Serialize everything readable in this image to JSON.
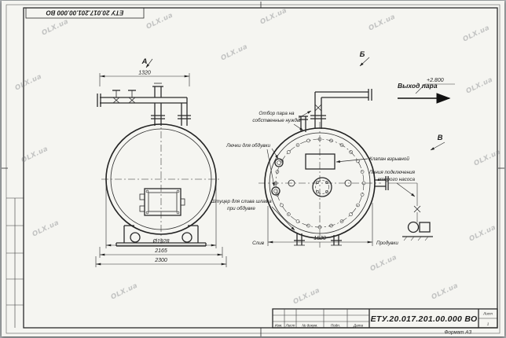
{
  "frame": {
    "top_stamp_text": "ЕТУ 20.017.201.00.000  ВО"
  },
  "title_block": {
    "doc_number": "ЕТУ.20.017.201.00.000  ВО",
    "columns": [
      "Изм.",
      "Лист",
      "№ докум.",
      "Подп.",
      "Дата"
    ],
    "sheet_word": "Лист",
    "sheet_number": "1",
    "format_note": "Формат А3"
  },
  "view_labels": {
    "a": "А",
    "b": "Б",
    "v": "В"
  },
  "annotations": {
    "steam_outlet": "Выход пара",
    "elevation": "+2.800",
    "steam_own_needs_1": "Отбор пара на",
    "steam_own_needs_2": "собственные нужды",
    "blow_hatches": "Лючки для обдувки",
    "explosion_valve": "Клапан взрывной",
    "pump_line_1": "Линия подключения",
    "pump_line_2": "второго насоса",
    "sludge_1": "Штуцер для слива шлама",
    "sludge_2": "при обдувке",
    "drain": "Слив",
    "blowdown": "Продувки"
  },
  "dimensions": {
    "pipe_span": "1320",
    "shell_dia": "Ø1928",
    "support_span": "2165",
    "overall": "2300",
    "rear_span": "1830"
  },
  "watermark": {
    "text": "OLX.ua"
  }
}
